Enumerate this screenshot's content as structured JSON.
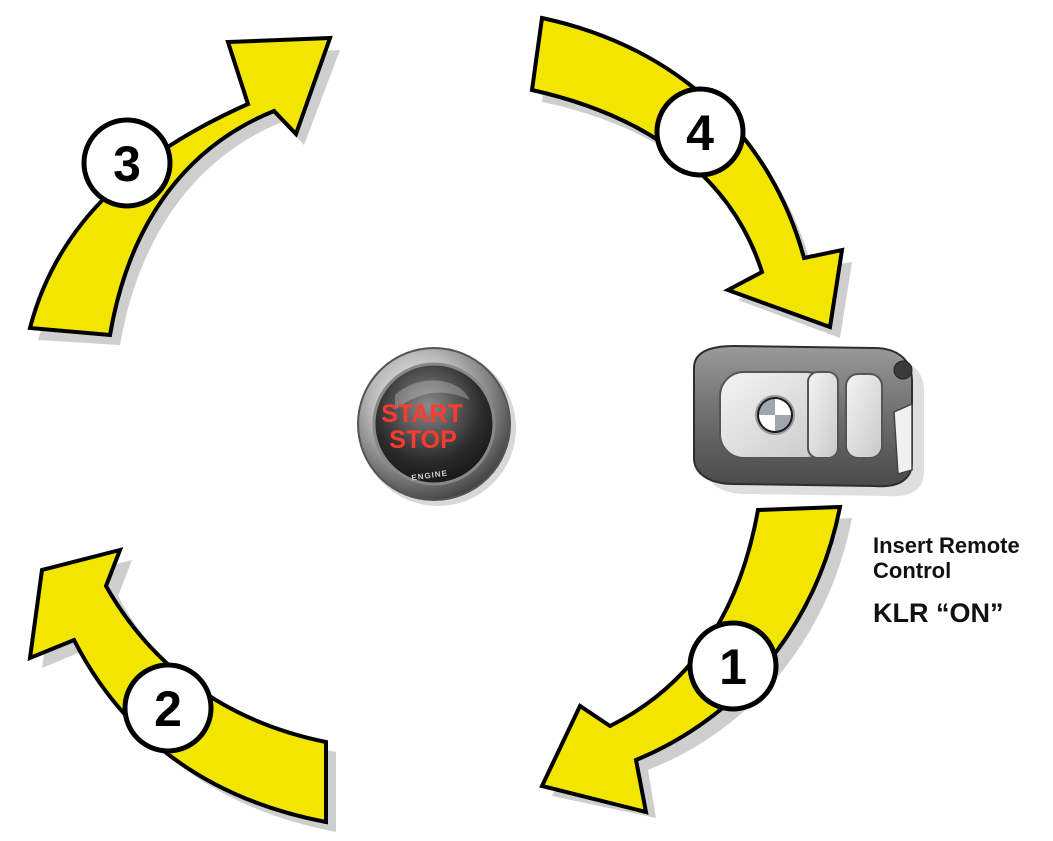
{
  "steps": [
    {
      "number": "1"
    },
    {
      "number": "2"
    },
    {
      "number": "3"
    },
    {
      "number": "4"
    }
  ],
  "start_stop_button": {
    "line1": "START",
    "line2": "STOP",
    "sub": "ENGINE"
  },
  "caption": {
    "instruction": "Insert Remote Control",
    "state": "KLR “ON”"
  },
  "colors": {
    "arrow": "#f2e600",
    "outline": "#000000",
    "button_text": "#ff3b2f"
  }
}
